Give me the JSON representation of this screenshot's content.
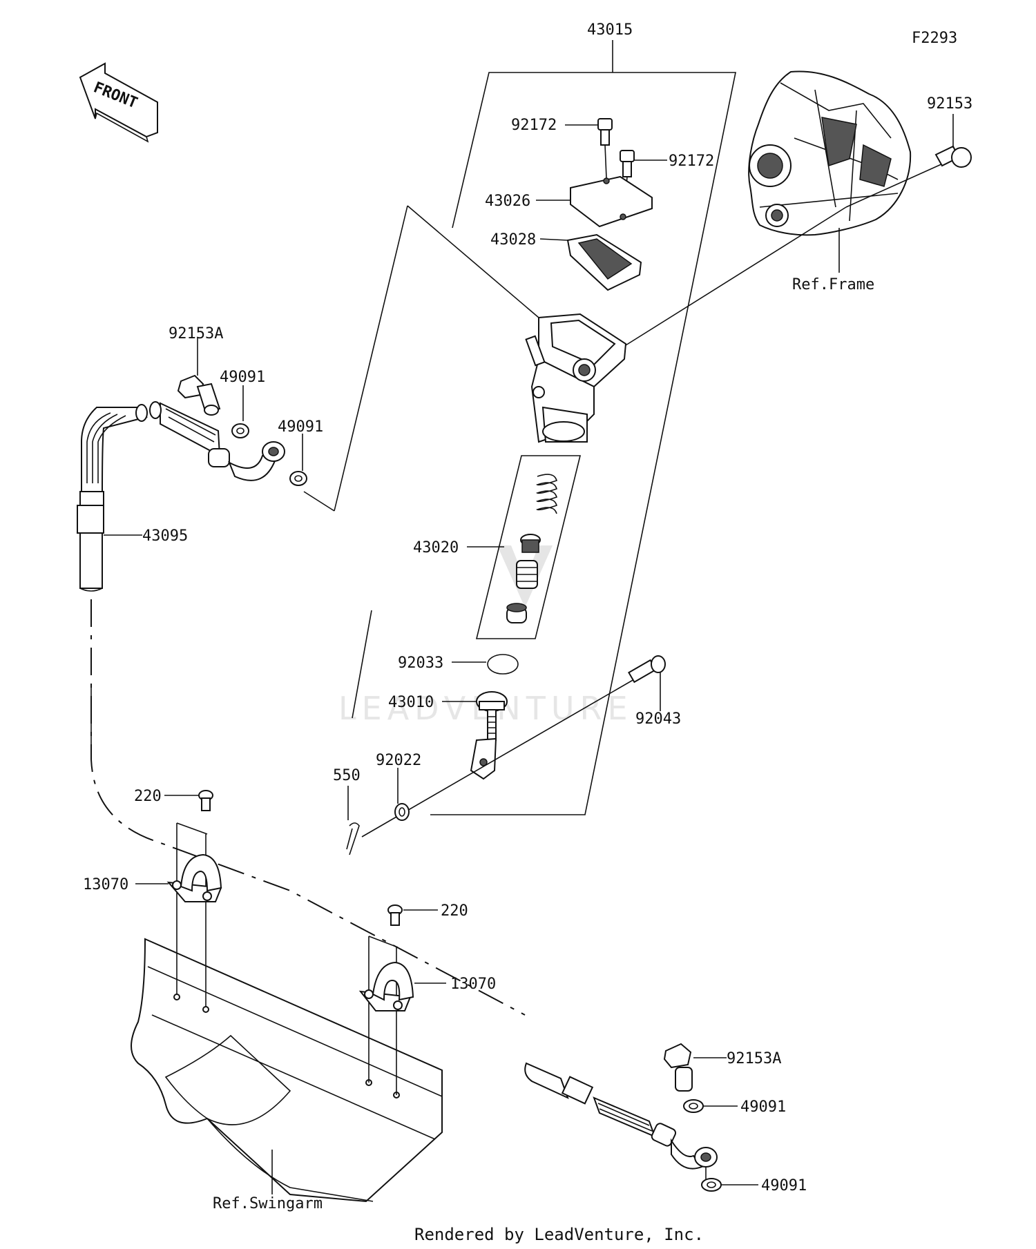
{
  "figure_code": "F2293",
  "front_label": "FRONT",
  "watermark": "LEADVENTURE",
  "footer": "Rendered by LeadVenture, Inc.",
  "references": {
    "frame": "Ref.Frame",
    "swingarm": "Ref.Swingarm"
  },
  "callouts": {
    "c43015": "43015",
    "c92172a": "92172",
    "c92172b": "92172",
    "c43026": "43026",
    "c43028": "43028",
    "c92153": "92153",
    "c92153A_top": "92153A",
    "c49091_a": "49091",
    "c49091_b": "49091",
    "c43095": "43095",
    "c43020": "43020",
    "c92033": "92033",
    "c43010": "43010",
    "c92043": "92043",
    "c550": "550",
    "c92022": "92022",
    "c220_a": "220",
    "c220_b": "220",
    "c13070_a": "13070",
    "c13070_b": "13070",
    "c92153A_bottom": "92153A",
    "c49091_c": "49091",
    "c49091_d": "49091"
  }
}
